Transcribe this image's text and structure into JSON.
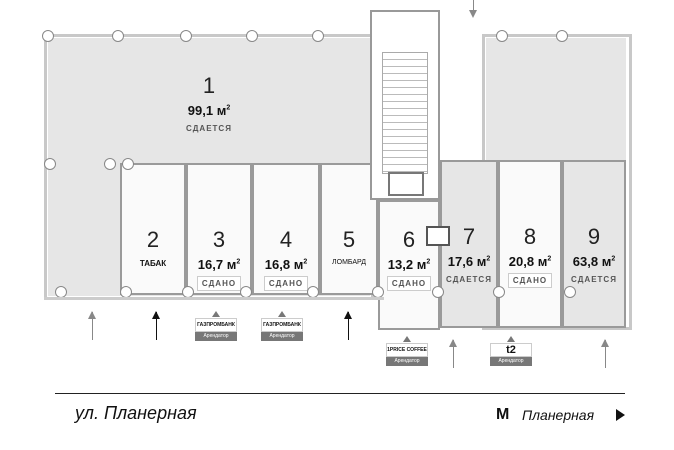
{
  "units": [
    {
      "num": "1",
      "area": "99,1 м",
      "sup": "2",
      "status": "СДАЕТСЯ"
    },
    {
      "num": "2",
      "label": "ТАБАК"
    },
    {
      "num": "3",
      "area": "16,7 м",
      "sup": "2",
      "status": "СДАНО"
    },
    {
      "num": "4",
      "area": "16,8 м",
      "sup": "2",
      "status": "СДАНО"
    },
    {
      "num": "5",
      "label": "ЛОМБАРД"
    },
    {
      "num": "6",
      "area": "13,2 м",
      "sup": "2",
      "status": "СДАНО"
    },
    {
      "num": "7",
      "area": "17,6 м",
      "sup": "2",
      "status": "СДАЕТСЯ"
    },
    {
      "num": "8",
      "area": "20,8 м",
      "sup": "2",
      "status": "СДАНО"
    },
    {
      "num": "9",
      "area": "63,8 м",
      "sup": "2",
      "status": "СДАЕТСЯ"
    }
  ],
  "tenants": [
    {
      "logo": "ГАЗПРОМБАНК",
      "label": "Арендатор"
    },
    {
      "logo": "ГАЗПРОМБАНК",
      "label": "Арендатор"
    },
    {
      "logo": "1PRICE COFFEE",
      "label": "Арендатор"
    },
    {
      "logo": "t2",
      "label": "Арендатор"
    }
  ],
  "street": "ул. Планерная",
  "metro": {
    "icon": "metro-m-icon",
    "label": "Планерная"
  }
}
